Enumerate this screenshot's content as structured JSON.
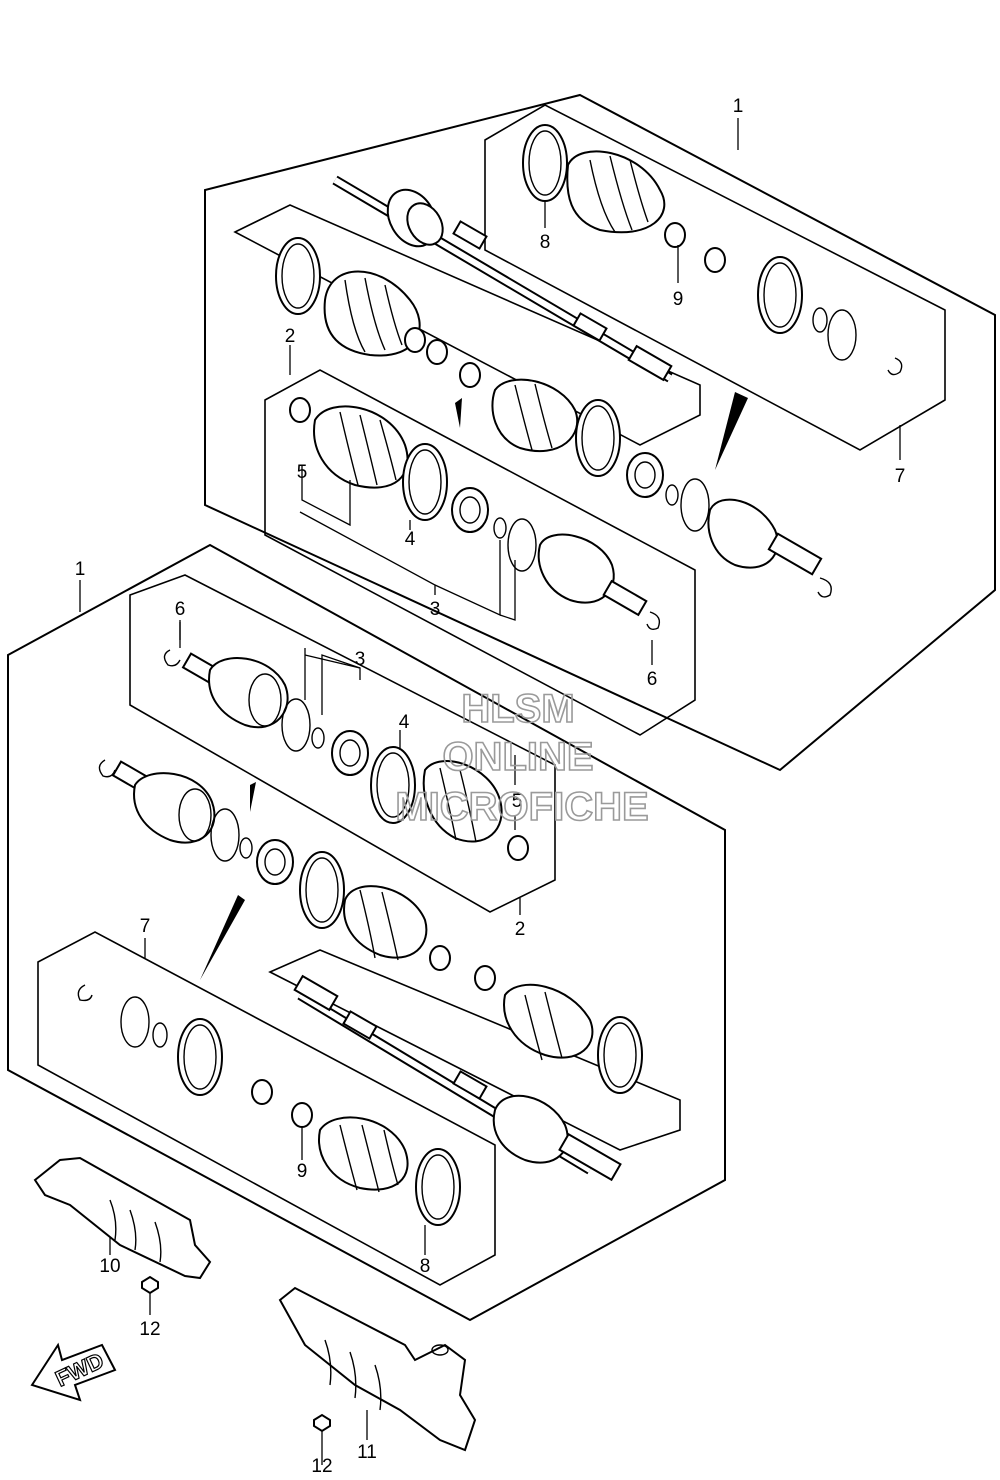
{
  "watermark": {
    "line1": "HLSM",
    "line2": "ONLINE",
    "line3": "MICROFICHE",
    "color": "#9a9a9a"
  },
  "fwd_label": "FWD",
  "callouts": {
    "upper_assembly": "1",
    "upper_boot_kit_outer": "2",
    "upper_boot_kit_inner": "3",
    "upper_band_a": "4",
    "upper_band_small": "5",
    "upper_circlip": "6",
    "upper_repair_kit": "7",
    "upper_band_large": "8",
    "upper_band_clip": "9",
    "lower_assembly": "1",
    "lower_boot_kit_inner": "3",
    "lower_circlip": "6",
    "lower_band_a": "4",
    "lower_band_small": "5",
    "lower_boot_kit_outer": "2",
    "lower_repair_kit": "7",
    "lower_band_clip": "9",
    "lower_band_large": "8",
    "cover_left": "10",
    "bolt_left": "12",
    "cover_right": "11",
    "bolt_right": "12"
  }
}
